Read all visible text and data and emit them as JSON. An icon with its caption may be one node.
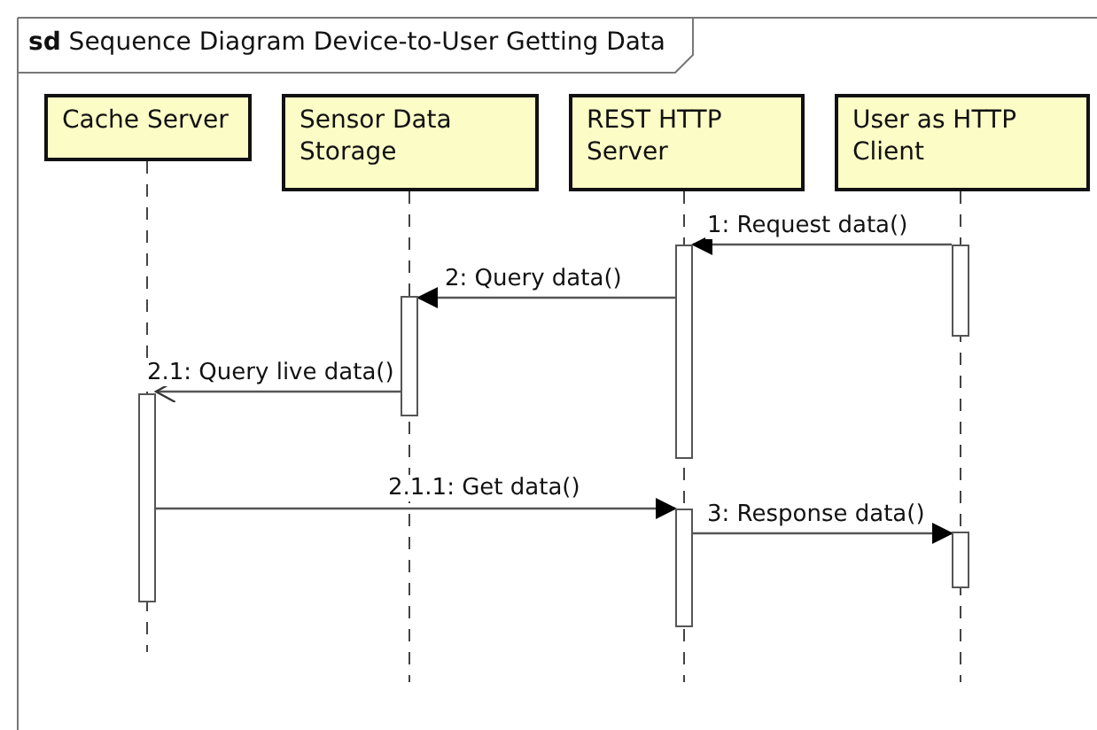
{
  "diagram": {
    "title": "**sd** Sequence Diagram Device-to-User Getting Data",
    "nodes": [
      {
        "text": [
          "Cache Server"
        ]
      },
      {
        "text": [
          "Sensor Data Storage"
        ]
      },
      {
        "text": [
          "REST HTTP Server"
        ]
      },
      {
        "text": [
          "User as HTTP Client"
        ]
      },
      {
        "text": [],
        "shape": "bar"
      },
      {
        "text": [],
        "shape": "bar"
      },
      {
        "text": [],
        "shape": "bar"
      },
      {
        "text": [],
        "shape": "bar"
      },
      {
        "text": [],
        "shape": "bar"
      },
      {
        "text": [],
        "shape": "bar"
      }
    ],
    "edges": [
      {
        "from": 8,
        "to": 6,
        "arrow": "to",
        "label": "1: Request data()"
      },
      {
        "from": 6,
        "to": 5,
        "arrow": "to",
        "label": "2: Query data()"
      },
      {
        "from": 5,
        "to": 4,
        "arrow": "to",
        "label": "2.1: Query live data()"
      },
      {
        "from": 4,
        "to": 7,
        "arrow": "to",
        "label": "2.1.1: Get data()"
      },
      {
        "from": 7,
        "to": 9,
        "arrow": "to",
        "label": "3: Response data()"
      }
    ]
  }
}
